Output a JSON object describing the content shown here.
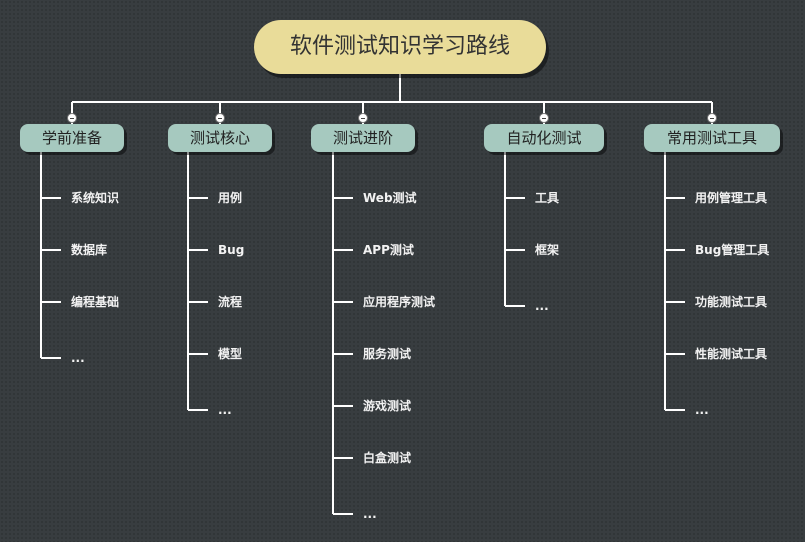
{
  "root": {
    "title": "软件测试知识学习路线"
  },
  "branches": [
    {
      "title": "学前准备",
      "items": [
        "系统知识",
        "数据库",
        "编程基础",
        "..."
      ]
    },
    {
      "title": "测试核心",
      "items": [
        "用例",
        "Bug",
        "流程",
        "模型",
        "..."
      ]
    },
    {
      "title": "测试进阶",
      "items": [
        "Web测试",
        "APP测试",
        "应用程序测试",
        "服务测试",
        "游戏测试",
        "白盒测试",
        "..."
      ]
    },
    {
      "title": "自动化测试",
      "items": [
        "工具",
        "框架",
        "..."
      ]
    },
    {
      "title": "常用测试工具",
      "items": [
        "用例管理工具",
        "Bug管理工具",
        "功能测试工具",
        "性能测试工具",
        "..."
      ]
    }
  ],
  "colors": {
    "background": "#383d40",
    "root": "#e9dc99",
    "topic": "#a6c9bf",
    "line": "#ffffff",
    "text": "#f2f2f2"
  },
  "icons": {
    "collapse": "minus-circle-icon"
  }
}
